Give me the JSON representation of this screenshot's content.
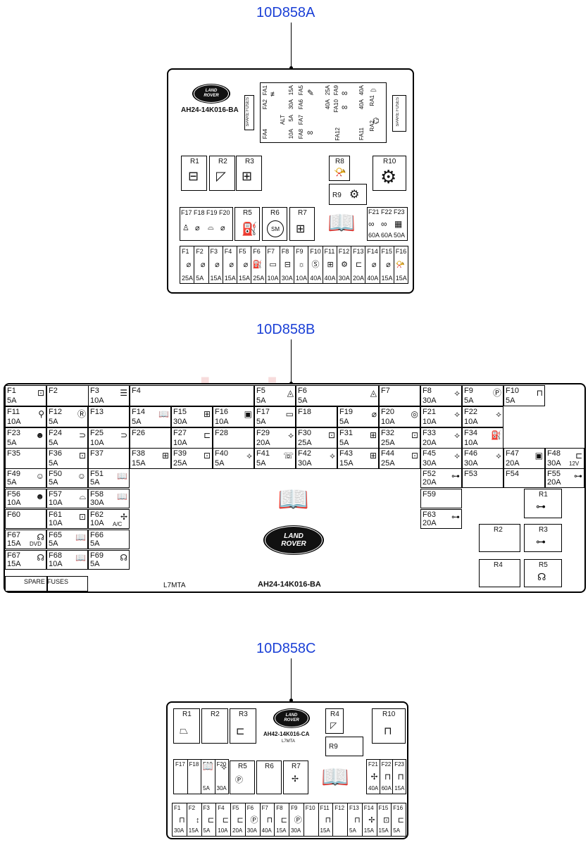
{
  "titles": {
    "a": "10D858A",
    "b": "10D858B",
    "c": "10D858C"
  },
  "watermark": "scuderia",
  "panel_a": {
    "part_number": "AH24-14K016-BA",
    "logo_top": "LAND",
    "logo_bottom": "ROVER",
    "spare_fuses": "SPARE FUSES",
    "fa_rows": [
      [
        "FA1",
        "15A",
        "FA5",
        "40A",
        "FA9",
        "40A"
      ],
      [
        "FA2",
        "30A",
        "FA6",
        "25A",
        "FA10",
        "40A"
      ],
      [
        "ALT",
        "5A",
        "FA7",
        "",
        "FA11",
        ""
      ],
      [
        "FA4",
        "10A",
        "FA8",
        "",
        "FA12",
        ""
      ]
    ],
    "ra": [
      "RA1",
      "RA2"
    ],
    "relays_top": [
      "R1",
      "R2",
      "R3"
    ],
    "r8": "R8",
    "r9": "R9",
    "r10": "R10",
    "mid_fuses": [
      "F17",
      "F18",
      "F19",
      "F20"
    ],
    "r5": "R5",
    "r6": "R6",
    "r6_text": "SM",
    "r7": "R7",
    "f21_23": [
      {
        "l": "F21",
        "a": "60A"
      },
      {
        "l": "F22",
        "a": "60A"
      },
      {
        "l": "F23",
        "a": "50A"
      }
    ],
    "bottom_fuses": [
      {
        "l": "F1",
        "a": "25A"
      },
      {
        "l": "F2",
        "a": "5A"
      },
      {
        "l": "F3",
        "a": "15A"
      },
      {
        "l": "F4",
        "a": "15A"
      },
      {
        "l": "F5",
        "a": "15A"
      },
      {
        "l": "F6",
        "a": "25A"
      },
      {
        "l": "F7",
        "a": "10A"
      },
      {
        "l": "F8",
        "a": "30A"
      },
      {
        "l": "F9",
        "a": "10A"
      },
      {
        "l": "F10",
        "a": "40A"
      },
      {
        "l": "F11",
        "a": "40A"
      },
      {
        "l": "F12",
        "a": "30A"
      },
      {
        "l": "F13",
        "a": "20A"
      },
      {
        "l": "F14",
        "a": "40A"
      },
      {
        "l": "F15",
        "a": "15A"
      },
      {
        "l": "F16",
        "a": "15A"
      }
    ]
  },
  "panel_b": {
    "part_number": "AH24-14K016-BA",
    "l7mta": "L7MTA",
    "logo_top": "LAND",
    "logo_bottom": "ROVER",
    "spare": "SPARE",
    "fuses": "FUSES",
    "dvd": "DVD",
    "ac": "A/C",
    "twelve_v": "12V",
    "fuses_list": [
      {
        "l": "F1",
        "a": "5A"
      },
      {
        "l": "F2",
        "a": ""
      },
      {
        "l": "F3",
        "a": "10A"
      },
      {
        "l": "F4",
        "a": ""
      },
      {
        "l": "F5",
        "a": "5A"
      },
      {
        "l": "F6",
        "a": "5A"
      },
      {
        "l": "F7",
        "a": ""
      },
      {
        "l": "F8",
        "a": "30A"
      },
      {
        "l": "F9",
        "a": "5A"
      },
      {
        "l": "F10",
        "a": "5A"
      },
      {
        "l": "F11",
        "a": "10A"
      },
      {
        "l": "F12",
        "a": "5A"
      },
      {
        "l": "F13",
        "a": ""
      },
      {
        "l": "F14",
        "a": "5A"
      },
      {
        "l": "F15",
        "a": "30A"
      },
      {
        "l": "F16",
        "a": "10A"
      },
      {
        "l": "F17",
        "a": "5A"
      },
      {
        "l": "F18",
        "a": ""
      },
      {
        "l": "F19",
        "a": "5A"
      },
      {
        "l": "F20",
        "a": "10A"
      },
      {
        "l": "F21",
        "a": "10A"
      },
      {
        "l": "F22",
        "a": "10A"
      },
      {
        "l": "F23",
        "a": "5A"
      },
      {
        "l": "F24",
        "a": "5A"
      },
      {
        "l": "F25",
        "a": "10A"
      },
      {
        "l": "F26",
        "a": ""
      },
      {
        "l": "F27",
        "a": "10A"
      },
      {
        "l": "F28",
        "a": ""
      },
      {
        "l": "F29",
        "a": "20A"
      },
      {
        "l": "F30",
        "a": "25A"
      },
      {
        "l": "F31",
        "a": "5A"
      },
      {
        "l": "F32",
        "a": "25A"
      },
      {
        "l": "F33",
        "a": "20A"
      },
      {
        "l": "F34",
        "a": "10A"
      },
      {
        "l": "F35",
        "a": ""
      },
      {
        "l": "F36",
        "a": "5A"
      },
      {
        "l": "F37",
        "a": ""
      },
      {
        "l": "F38",
        "a": "15A"
      },
      {
        "l": "F39",
        "a": "25A"
      },
      {
        "l": "F40",
        "a": "5A"
      },
      {
        "l": "F41",
        "a": "5A"
      },
      {
        "l": "F42",
        "a": "30A"
      },
      {
        "l": "F43",
        "a": "15A"
      },
      {
        "l": "F44",
        "a": "25A"
      },
      {
        "l": "F45",
        "a": "30A"
      },
      {
        "l": "F46",
        "a": "30A"
      },
      {
        "l": "F47",
        "a": "20A"
      },
      {
        "l": "F48",
        "a": "30A"
      },
      {
        "l": "F49",
        "a": "5A"
      },
      {
        "l": "F50",
        "a": "5A"
      },
      {
        "l": "F51",
        "a": "5A"
      },
      {
        "l": "F52",
        "a": "20A"
      },
      {
        "l": "F53",
        "a": ""
      },
      {
        "l": "F54",
        "a": ""
      },
      {
        "l": "F55",
        "a": "20A"
      },
      {
        "l": "F56",
        "a": "10A"
      },
      {
        "l": "F57",
        "a": "10A"
      },
      {
        "l": "F58",
        "a": "30A"
      },
      {
        "l": "F59",
        "a": ""
      },
      {
        "l": "F60",
        "a": ""
      },
      {
        "l": "F61",
        "a": "10A"
      },
      {
        "l": "F62",
        "a": "10A"
      },
      {
        "l": "F63",
        "a": "20A"
      },
      {
        "l": "F67",
        "a": "15A"
      },
      {
        "l": "F65",
        "a": "5A"
      },
      {
        "l": "F66",
        "a": "5A"
      },
      {
        "l": "F67",
        "a": "15A"
      },
      {
        "l": "F68",
        "a": "10A"
      },
      {
        "l": "F69",
        "a": "5A"
      }
    ],
    "relays": [
      "R1",
      "R2",
      "R3",
      "R4",
      "R5"
    ]
  },
  "panel_c": {
    "part_number": "AH42-14K016-CA",
    "l7mta": "L7MTA",
    "logo_top": "LAND",
    "logo_bottom": "ROVER",
    "relays_top": [
      "R1",
      "R2",
      "R3",
      "R4",
      "R9",
      "R10"
    ],
    "mid_fuses": [
      {
        "l": "F17",
        "a": ""
      },
      {
        "l": "F18",
        "a": ""
      },
      {
        "l": "F19",
        "a": "5A"
      },
      {
        "l": "F20",
        "a": "30A"
      }
    ],
    "r5": "R5",
    "r6": "R6",
    "r7": "R7",
    "f21_23": [
      {
        "l": "F21",
        "a": "40A"
      },
      {
        "l": "F22",
        "a": "60A"
      },
      {
        "l": "F23",
        "a": "15A"
      }
    ],
    "bottom_fuses": [
      {
        "l": "F1",
        "a": "30A"
      },
      {
        "l": "F2",
        "a": "15A"
      },
      {
        "l": "F3",
        "a": "5A"
      },
      {
        "l": "F4",
        "a": "10A"
      },
      {
        "l": "F5",
        "a": "20A"
      },
      {
        "l": "F6",
        "a": "30A"
      },
      {
        "l": "F7",
        "a": "40A"
      },
      {
        "l": "F8",
        "a": "15A"
      },
      {
        "l": "F9",
        "a": "30A"
      },
      {
        "l": "F10",
        "a": ""
      },
      {
        "l": "F11",
        "a": "15A"
      },
      {
        "l": "F12",
        "a": ""
      },
      {
        "l": "F13",
        "a": "5A"
      },
      {
        "l": "F14",
        "a": "15A"
      },
      {
        "l": "F15",
        "a": "15A"
      },
      {
        "l": "F16",
        "a": "5A"
      }
    ]
  }
}
